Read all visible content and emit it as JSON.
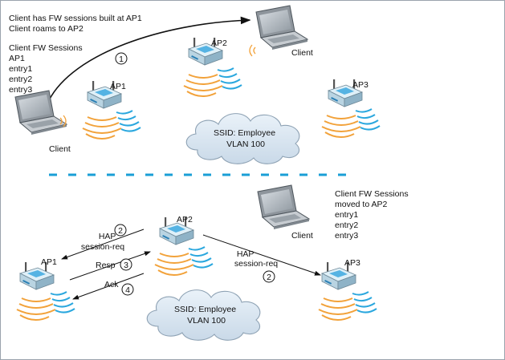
{
  "top": {
    "caption_lines": [
      "Client has FW sessions built at AP1",
      "Client roams to AP2"
    ],
    "sessions_title": "Client FW Sessions",
    "sessions_lines": [
      "AP1",
      "entry1",
      "entry2",
      "entry3"
    ],
    "step1": "1",
    "client_left_label": "Client",
    "client_right_label": "Client",
    "ap1_label": "AP1",
    "ap2_label": "AP2",
    "ap3_label": "AP3",
    "cloud_lines": [
      "SSID: Employee",
      "VLAN 100"
    ]
  },
  "bottom": {
    "ap1_label": "AP1",
    "ap2_label": "AP2",
    "ap3_label": "AP3",
    "client_label": "Client",
    "sessions_lines": [
      "Client FW Sessions",
      "moved to AP2",
      "entry1",
      "entry2",
      "entry3"
    ],
    "hap_left_lines": [
      "HAP",
      "session-req"
    ],
    "hap_right_lines": [
      "HAP",
      "session-req"
    ],
    "resp_label": "Resp",
    "ack_label": "Ack",
    "step_hap_left": "2",
    "step_resp": "3",
    "step_ack": "4",
    "step_hap_right": "2",
    "cloud_lines": [
      "SSID: Employee",
      "VLAN 100"
    ]
  },
  "colors": {
    "separator": "#1a9fd6",
    "wave_blue": "#2aa7de",
    "wave_orange": "#f2a23a",
    "ap_body": "#cfe7f3",
    "ap_top": "#5bb8e6"
  }
}
